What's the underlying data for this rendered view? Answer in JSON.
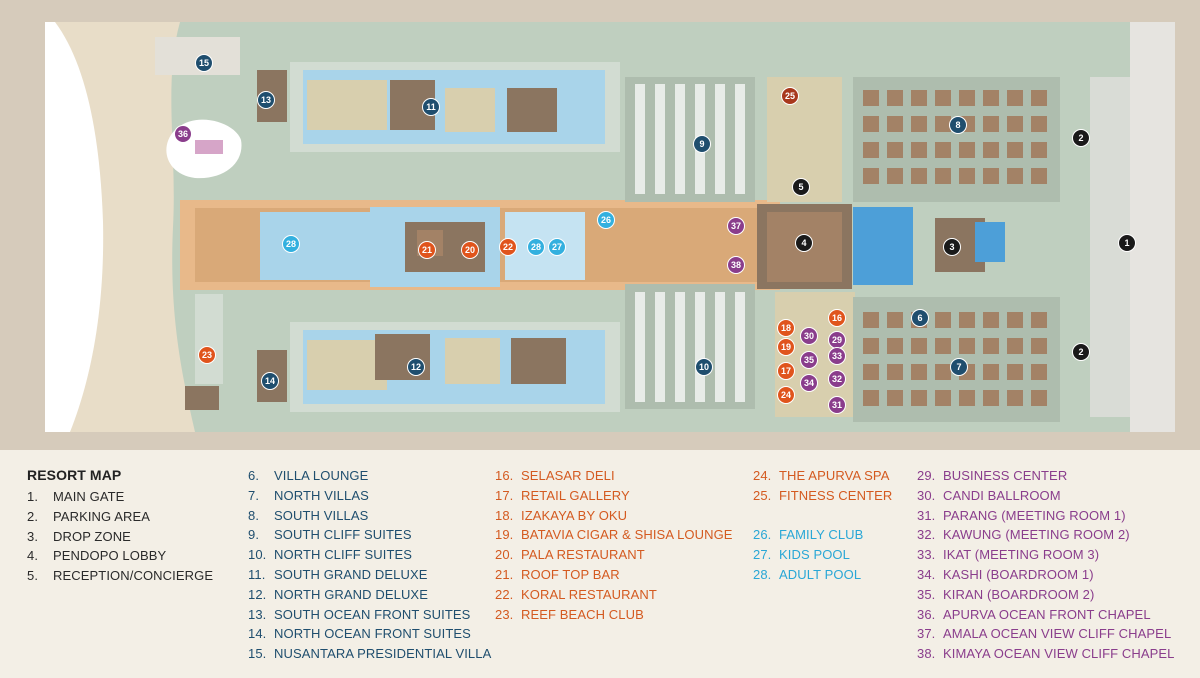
{
  "legend": {
    "title": "RESORT MAP",
    "columns": [
      [
        {
          "num": "1.",
          "label": "MAIN GATE",
          "color": "#2a2a2a"
        },
        {
          "num": "2.",
          "label": "PARKING AREA",
          "color": "#2a2a2a"
        },
        {
          "num": "3.",
          "label": "DROP ZONE",
          "color": "#2a2a2a"
        },
        {
          "num": "4.",
          "label": "PENDOPO LOBBY",
          "color": "#2a2a2a"
        },
        {
          "num": "5.",
          "label": "RECEPTION/CONCIERGE",
          "color": "#2a2a2a"
        }
      ],
      [
        {
          "num": "6.",
          "label": "VILLA LOUNGE",
          "color": "#1f4e6e"
        },
        {
          "num": "7.",
          "label": "NORTH VILLAS",
          "color": "#1f4e6e"
        },
        {
          "num": "8.",
          "label": "SOUTH VILLAS",
          "color": "#1f4e6e"
        },
        {
          "num": "9.",
          "label": "SOUTH CLIFF SUITES",
          "color": "#1f4e6e"
        },
        {
          "num": "10.",
          "label": "NORTH CLIFF SUITES",
          "color": "#1f4e6e"
        },
        {
          "num": "11.",
          "label": "SOUTH GRAND DELUXE",
          "color": "#1f4e6e"
        },
        {
          "num": "12.",
          "label": "NORTH GRAND DELUXE",
          "color": "#1f4e6e"
        },
        {
          "num": "13.",
          "label": "SOUTH OCEAN FRONT SUITES",
          "color": "#1f4e6e"
        },
        {
          "num": "14.",
          "label": "NORTH OCEAN FRONT SUITES",
          "color": "#1f4e6e"
        },
        {
          "num": "15.",
          "label": "NUSANTARA PRESIDENTIAL VILLA",
          "color": "#1f4e6e"
        }
      ],
      [
        {
          "num": "16.",
          "label": "SELASAR DELI",
          "color": "#d45a20"
        },
        {
          "num": "17.",
          "label": "RETAIL GALLERY",
          "color": "#d45a20"
        },
        {
          "num": "18.",
          "label": "IZAKAYA BY OKU",
          "color": "#d45a20"
        },
        {
          "num": "19.",
          "label": "BATAVIA CIGAR & SHISA LOUNGE",
          "color": "#d45a20"
        },
        {
          "num": "20.",
          "label": "PALA RESTAURANT",
          "color": "#d45a20"
        },
        {
          "num": "21.",
          "label": "ROOF TOP BAR",
          "color": "#d45a20"
        },
        {
          "num": "22.",
          "label": "KORAL RESTAURANT",
          "color": "#d45a20"
        },
        {
          "num": "23.",
          "label": "REEF BEACH CLUB",
          "color": "#d45a20"
        }
      ],
      [
        {
          "num": "24.",
          "label": "THE APURVA SPA",
          "color": "#d45a20"
        },
        {
          "num": "25.",
          "label": "FITNESS CENTER",
          "color": "#d45a20"
        },
        {
          "num": "",
          "label": "",
          "color": ""
        },
        {
          "num": "26.",
          "label": "FAMILY CLUB",
          "color": "#29a7d6"
        },
        {
          "num": "27.",
          "label": "KIDS POOL",
          "color": "#29a7d6"
        },
        {
          "num": "28.",
          "label": "ADULT POOL",
          "color": "#29a7d6"
        }
      ],
      [
        {
          "num": "29.",
          "label": "BUSINESS CENTER",
          "color": "#8a3d8c"
        },
        {
          "num": "30.",
          "label": "CANDI BALLROOM",
          "color": "#8a3d8c"
        },
        {
          "num": "31.",
          "label": "PARANG (MEETING ROOM 1)",
          "color": "#8a3d8c"
        },
        {
          "num": "32.",
          "label": "KAWUNG (MEETING ROOM 2)",
          "color": "#8a3d8c"
        },
        {
          "num": "33.",
          "label": "IKAT (MEETING ROOM 3)",
          "color": "#8a3d8c"
        },
        {
          "num": "34.",
          "label": "KASHI (BOARDROOM 1)",
          "color": "#8a3d8c"
        },
        {
          "num": "35.",
          "label": "KIRAN (BOARDROOM 2)",
          "color": "#8a3d8c"
        },
        {
          "num": "36.",
          "label": "APURVA OCEAN FRONT CHAPEL",
          "color": "#8a3d8c"
        },
        {
          "num": "37.",
          "label": "AMALA OCEAN VIEW CLIFF CHAPEL",
          "color": "#8a3d8c"
        },
        {
          "num": "38.",
          "label": "KIMAYA OCEAN VIEW CLIFF CHAPEL",
          "color": "#8a3d8c"
        }
      ]
    ]
  },
  "markers": [
    {
      "label": "1",
      "category": "black"
    },
    {
      "label": "2",
      "category": "black"
    },
    {
      "label": "2",
      "category": "black"
    },
    {
      "label": "3",
      "category": "black"
    },
    {
      "label": "4",
      "category": "black"
    },
    {
      "label": "5",
      "category": "black"
    },
    {
      "label": "6",
      "category": "navy"
    },
    {
      "label": "7",
      "category": "navy"
    },
    {
      "label": "8",
      "category": "navy"
    },
    {
      "label": "9",
      "category": "navy"
    },
    {
      "label": "10",
      "category": "navy"
    },
    {
      "label": "11",
      "category": "navy"
    },
    {
      "label": "12",
      "category": "navy"
    },
    {
      "label": "13",
      "category": "navy"
    },
    {
      "label": "14",
      "category": "navy"
    },
    {
      "label": "15",
      "category": "navy"
    },
    {
      "label": "16",
      "category": "orange"
    },
    {
      "label": "17",
      "category": "orange"
    },
    {
      "label": "18",
      "category": "orange"
    },
    {
      "label": "19",
      "category": "orange"
    },
    {
      "label": "20",
      "category": "orange"
    },
    {
      "label": "21",
      "category": "orange"
    },
    {
      "label": "22",
      "category": "orange"
    },
    {
      "label": "23",
      "category": "orange"
    },
    {
      "label": "24",
      "category": "orange"
    },
    {
      "label": "25",
      "category": "brown"
    },
    {
      "label": "26",
      "category": "cyan"
    },
    {
      "label": "27",
      "category": "cyan"
    },
    {
      "label": "28",
      "category": "cyan"
    },
    {
      "label": "28",
      "category": "cyan"
    },
    {
      "label": "29",
      "category": "purple"
    },
    {
      "label": "30",
      "category": "purple"
    },
    {
      "label": "31",
      "category": "purple"
    },
    {
      "label": "32",
      "category": "purple"
    },
    {
      "label": "33",
      "category": "purple"
    },
    {
      "label": "34",
      "category": "purple"
    },
    {
      "label": "35",
      "category": "purple"
    },
    {
      "label": "36",
      "category": "purple"
    },
    {
      "label": "37",
      "category": "purple"
    },
    {
      "label": "38",
      "category": "purple"
    }
  ],
  "colors": {
    "black": "#1a1a1a",
    "navy": "#1f4e6e",
    "orange": "#e0541c",
    "brown": "#a8381c",
    "cyan": "#33b0df",
    "purple": "#8a3d8c",
    "frame": "#d6cbbb",
    "ground": "#bfcfbf",
    "sea": "#ffffff",
    "beach": "#e8ddc8",
    "path": "#e8b98a",
    "water": "#a9d4ea",
    "pool": "#4d9fd8",
    "building": "#8b7560",
    "roof": "#a38266"
  }
}
